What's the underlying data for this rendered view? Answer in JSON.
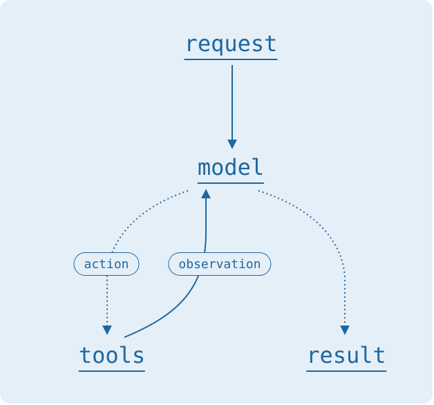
{
  "nodes": {
    "request": "request",
    "model": "model",
    "tools": "tools",
    "result": "result"
  },
  "edge_labels": {
    "action": "action",
    "observation": "observation"
  },
  "colors": {
    "background": "#e5eff8",
    "accent": "#1d67a0"
  }
}
